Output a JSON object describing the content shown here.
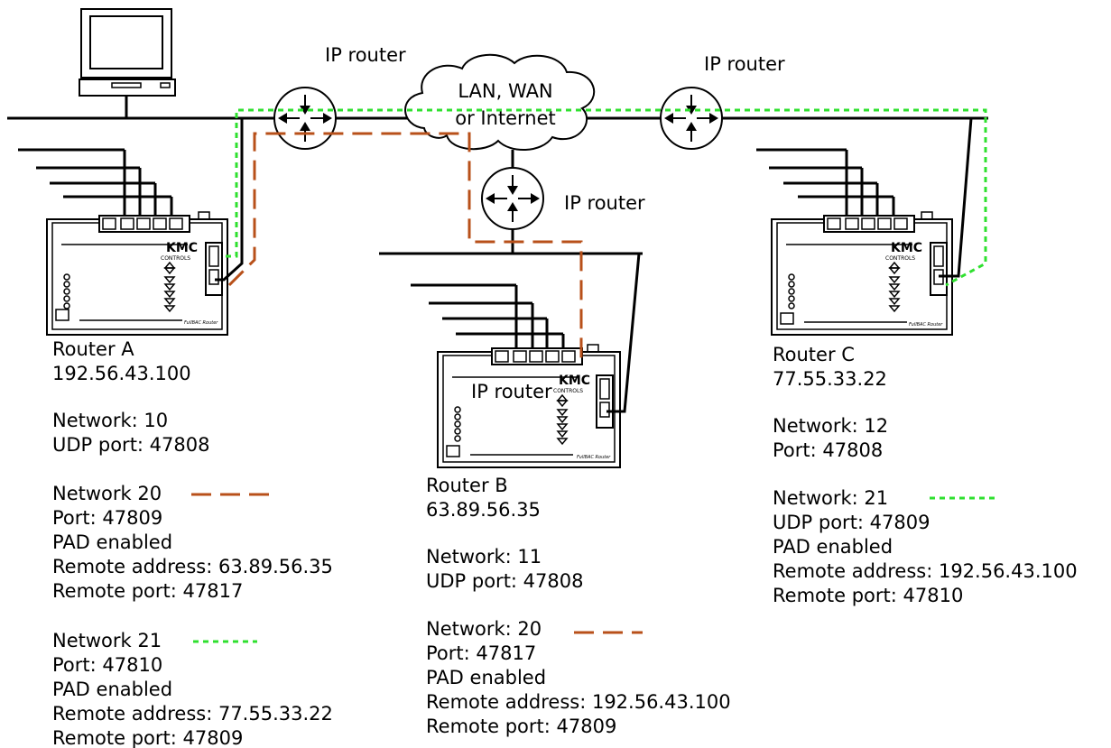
{
  "diagram": {
    "ip_router_label": "IP router",
    "cloud_label_line1": "LAN, WAN",
    "cloud_label_line2": "or Internet",
    "router_b_overlap_label": "IP router",
    "device_brand": "KMC",
    "device_brand_sub": "CONTROLS",
    "device_model": "FullBAC Router"
  },
  "routers": {
    "a": {
      "name": "Router A",
      "ip": "192.56.43.100",
      "lines": [
        "Network: 10",
        "UDP port: 47808",
        "",
        "Network 20",
        "Port: 47809",
        "PAD enabled",
        "Remote address: 63.89.56.35",
        "Remote port: 47817",
        "",
        "Network 21",
        "Port: 47810",
        "PAD enabled",
        "Remote address: 77.55.33.22",
        "Remote port: 47809"
      ]
    },
    "b": {
      "name": "Router B",
      "ip": "63.89.56.35",
      "lines": [
        "Network: 11",
        "UDP port: 47808",
        "",
        "Network: 20",
        "Port: 47817",
        "PAD enabled",
        "Remote address: 192.56.43.100",
        "Remote port: 47809"
      ]
    },
    "c": {
      "name": "Router C",
      "ip": "77.55.33.22",
      "lines": [
        "Network: 12",
        "Port: 47808",
        "",
        "Network: 21",
        "UDP port: 47809",
        "PAD enabled",
        "Remote address: 192.56.43.100",
        "Remote port: 47810"
      ]
    }
  },
  "colors": {
    "network20_dash": "#b8501a",
    "network21_dash": "#2fe02f"
  }
}
